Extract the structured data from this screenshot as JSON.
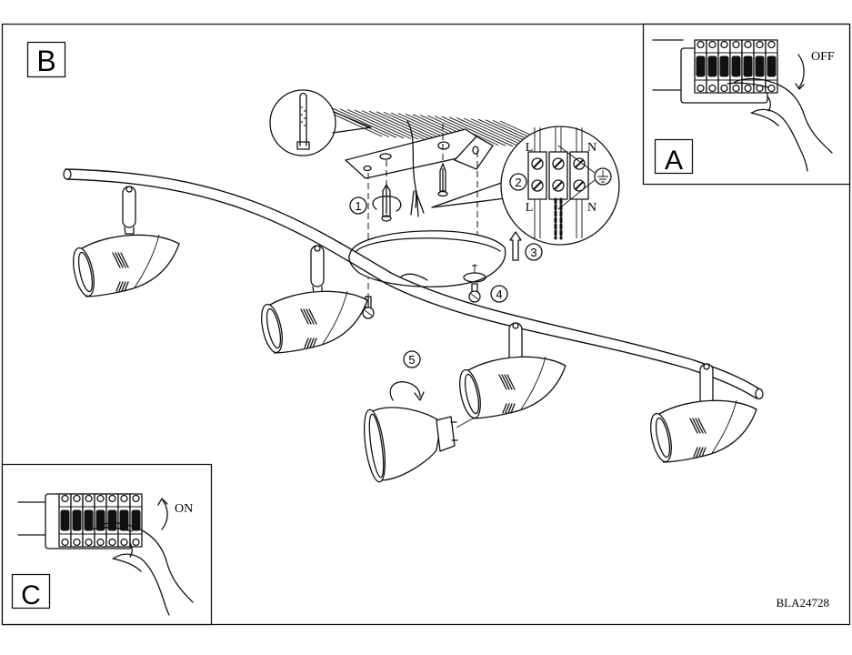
{
  "document": {
    "code": "BLA24728",
    "colors": {
      "ink": "#111111",
      "paper": "#ffffff"
    }
  },
  "panels": {
    "main": {
      "label": "B"
    },
    "switch_off": {
      "label": "A",
      "state_text": "OFF",
      "breaker_count": 7
    },
    "switch_on": {
      "label": "C",
      "state_text": "ON",
      "breaker_count": 7
    }
  },
  "steps": [
    {
      "number": "1",
      "description": "wall plug and screw into ceiling"
    },
    {
      "number": "2",
      "description": "connect wires to terminal block"
    },
    {
      "number": "3",
      "description": "push canopy up"
    },
    {
      "number": "4",
      "description": "fix canopy with screws"
    },
    {
      "number": "5",
      "description": "twist in lamp bulb"
    }
  ],
  "wiring": {
    "terminal_top_labels": [
      "L",
      "",
      "N"
    ],
    "terminal_bottom_labels": [
      "L",
      "",
      "N"
    ],
    "earth_icon": "ground-symbol"
  },
  "spotlights": {
    "count": 4
  }
}
